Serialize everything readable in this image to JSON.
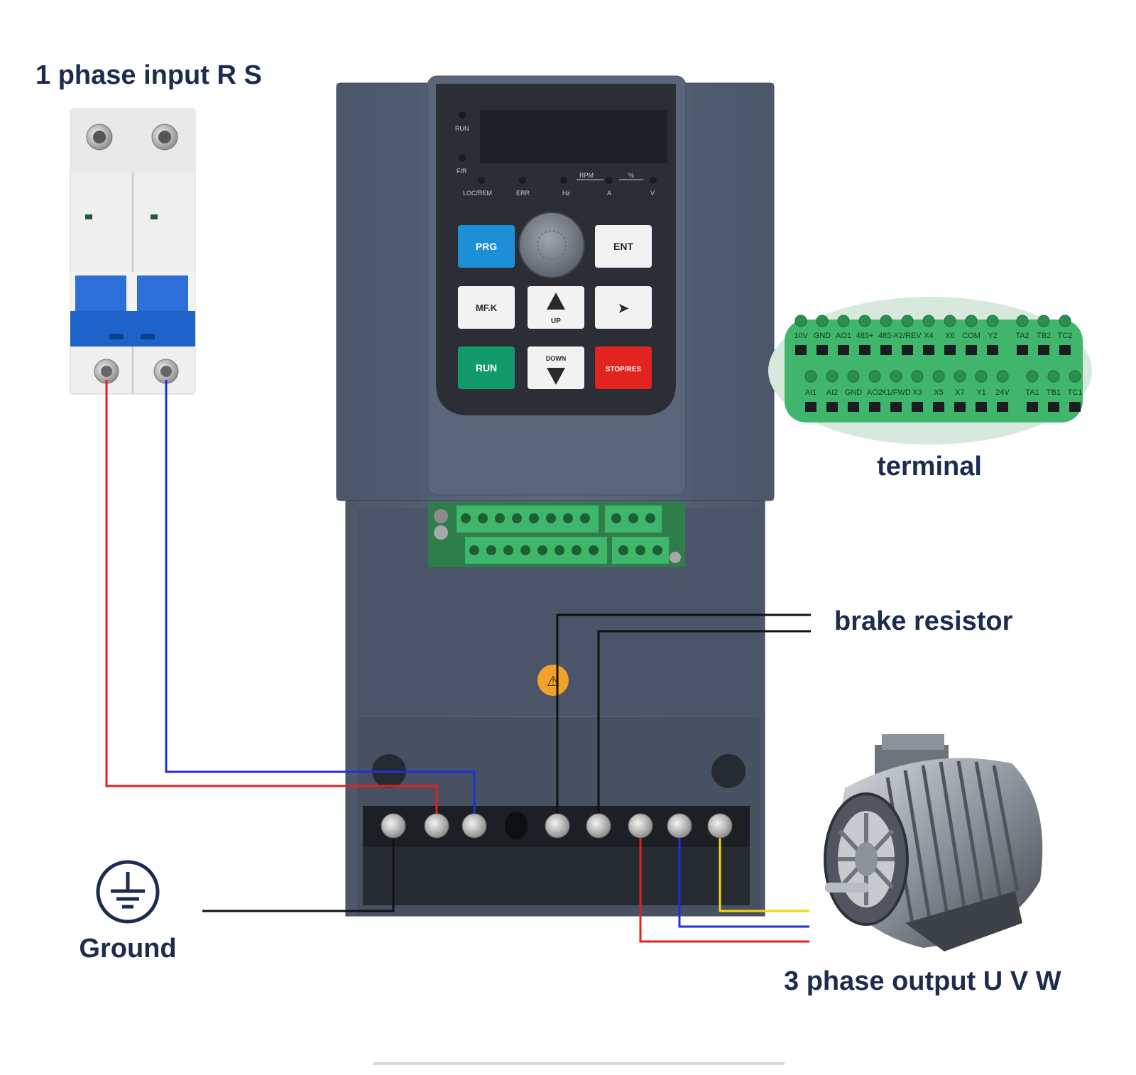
{
  "labels": {
    "input": "1 phase input R S",
    "terminal": "terminal",
    "brake": "brake resistor",
    "ground": "Ground",
    "output": "3 phase output U V W"
  },
  "keypad": {
    "indicators": {
      "run": "RUN",
      "fr": "F/R",
      "locrem": "LOC/REM",
      "err": "ERR",
      "hz": "Hz",
      "a": "A",
      "v": "V",
      "rpm": "RPM",
      "percent": "%"
    },
    "buttons": {
      "prg": "PRG",
      "ent": "ENT",
      "mfk": "MF.K",
      "up": "UP",
      "right": "➤",
      "run": "RUN",
      "down": "DOWN",
      "stop": "STOP/RES"
    }
  },
  "terminal_block": {
    "top_row": [
      "10V",
      "GND",
      "AO1",
      "485+",
      "485-",
      "X2/REV",
      "X4",
      "X6",
      "COM",
      "Y2",
      "TA2",
      "TB2",
      "TC2"
    ],
    "bottom_row": [
      "AI1",
      "AI2",
      "GND",
      "AO2",
      "X1/FWD",
      "X3",
      "X5",
      "X7",
      "Y1",
      "24V",
      "TA1",
      "TB1",
      "TC1"
    ]
  },
  "colors": {
    "housing": "#566377",
    "housing_dark": "#3f4a5b",
    "keypad_bezel": "#2b2e34",
    "terminal_green": "#3fb66b",
    "breaker_blue": "#1d63c9",
    "wire_red": "#e2201f",
    "wire_blue": "#1f2fe0",
    "wire_black": "#111111",
    "wire_yellow": "#f5d60a",
    "label_navy": "#1c2b4f",
    "btn_prg": "#1c8fd8",
    "btn_run": "#139a6a",
    "btn_stop": "#e2231f"
  }
}
